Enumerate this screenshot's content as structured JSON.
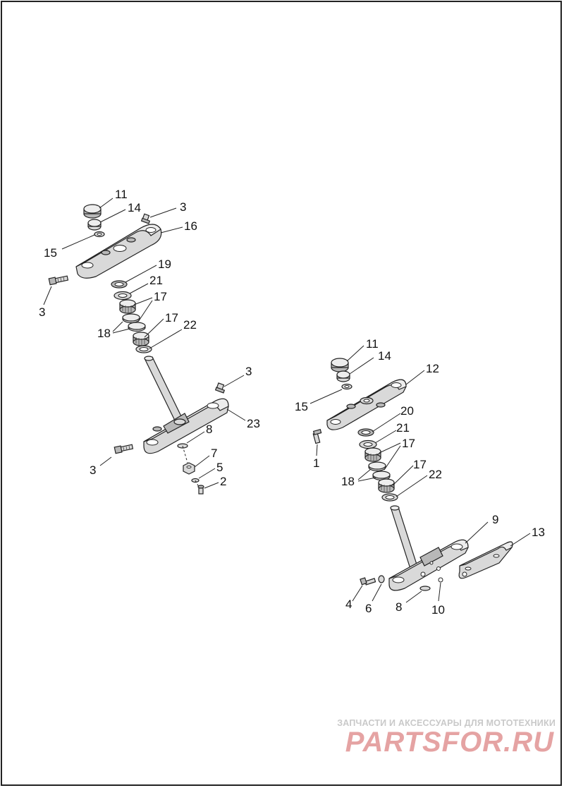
{
  "watermark": {
    "tagline": "ЗАПЧАСТИ И АКСЕССУАРЫ ДЛЯ МОТОТЕХНИКИ",
    "logo": "PARTSFOR.RU"
  },
  "callouts": {
    "left_assembly": {
      "c11": "11",
      "c14": "14",
      "c3a": "3",
      "c16": "16",
      "c15": "15",
      "c3b": "3",
      "c19": "19",
      "c21": "21",
      "c17a": "17",
      "c18": "18",
      "c17b": "17",
      "c22": "22",
      "c3c": "3",
      "c23": "23",
      "c8": "8",
      "c3d": "3",
      "c7": "7",
      "c5": "5",
      "c2": "2"
    },
    "right_assembly": {
      "c11": "11",
      "c14": "14",
      "c12": "12",
      "c15": "15",
      "c20": "20",
      "c21": "21",
      "c1": "1",
      "c17a": "17",
      "c17b": "17",
      "c18": "18",
      "c22": "22",
      "c9": "9",
      "c13": "13",
      "c4": "4",
      "c6": "6",
      "c8": "8",
      "c10": "10"
    }
  }
}
